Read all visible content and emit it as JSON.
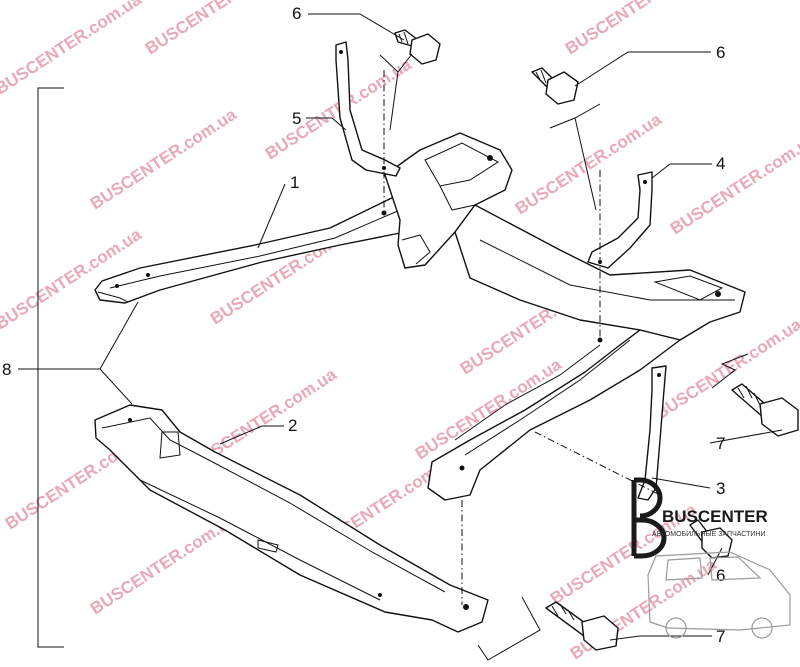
{
  "watermark": {
    "site": "BUSCENTER.com.ua",
    "color": "#e9a9b5"
  },
  "callouts": {
    "c1": "1",
    "c2": "2",
    "c3": "3",
    "c4": "4",
    "c5": "5",
    "c6a": "6",
    "c6b": "6",
    "c6c": "6",
    "c7a": "7",
    "c7b": "7",
    "c8": "8"
  },
  "brand_logo": {
    "name": "BUSCENTER",
    "subtitle": "АВТОМОБИЛЬНЫЕ ЗАПЧАСТИНИ",
    "color": "#1a1a1a"
  }
}
